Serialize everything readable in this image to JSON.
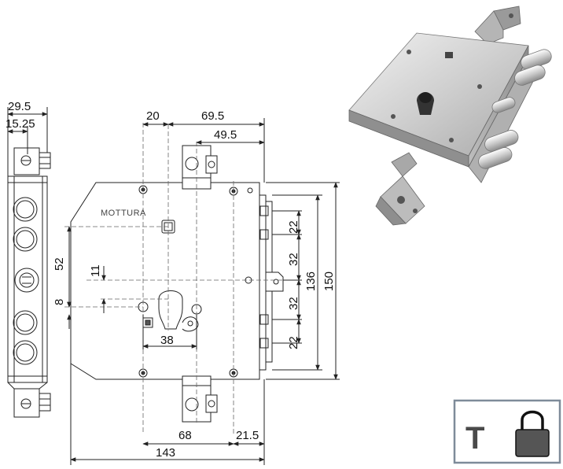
{
  "brand_label": "MOTTURA",
  "dimensions": {
    "side_width_total": "29.5",
    "side_width_inner": "15.25",
    "top_offset": "20",
    "top_width": "69.5",
    "top_width_inner": "49.5",
    "bolt_spacing_1": "22",
    "bolt_spacing_2": "32",
    "bolt_spacing_3": "32",
    "bolt_spacing_4": "22",
    "height_inner": "136",
    "height_total": "150",
    "vertical_52": "52",
    "vertical_11": "11",
    "vertical_8": "8",
    "keyhole_38": "38",
    "bottom_68": "68",
    "bottom_21_5": "21.5",
    "total_width": "143"
  },
  "badge": {
    "letter": "T",
    "icon": "padlock-icon",
    "border_color": "#7e8b99",
    "lock_body_color": "#555555"
  }
}
